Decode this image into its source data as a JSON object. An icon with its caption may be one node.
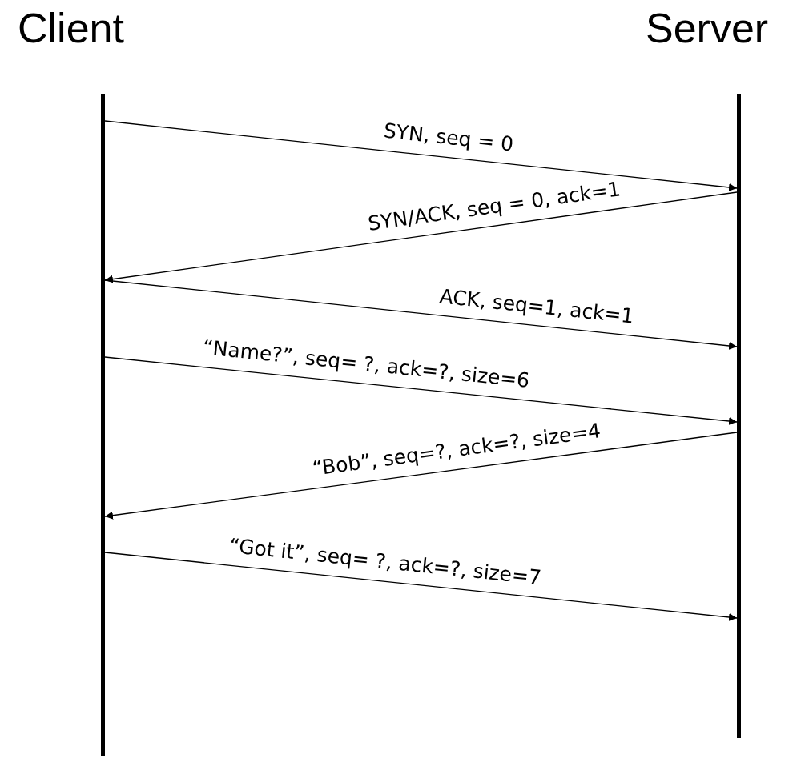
{
  "diagram": {
    "nodes": [
      {
        "text": [
          "Client"
        ]
      },
      {
        "text": [],
        "shape": "bar"
      },
      {
        "text": [
          "Server"
        ]
      },
      {
        "text": [],
        "shape": "bar"
      }
    ],
    "edges": [
      {
        "from": 1,
        "to": 3,
        "arrow": "to",
        "label": "SYN, seq = 0"
      },
      {
        "from": 3,
        "to": 1,
        "arrow": "to",
        "label": "SYN/ACK, seq = 0, ack=1"
      },
      {
        "from": 1,
        "to": 3,
        "arrow": "to",
        "label": "ACK, seq=1, ack=1"
      },
      {
        "from": 1,
        "to": 3,
        "arrow": "to",
        "label": "“Name?”, seq= ?, ack=?, size=6"
      },
      {
        "from": 3,
        "to": 1,
        "arrow": "to",
        "label": "“Bob”, seq=?, ack=?, size=4"
      },
      {
        "from": 1,
        "to": 3,
        "arrow": "to",
        "label": "“Got it”, seq= ?, ack=?, size=7"
      }
    ]
  }
}
